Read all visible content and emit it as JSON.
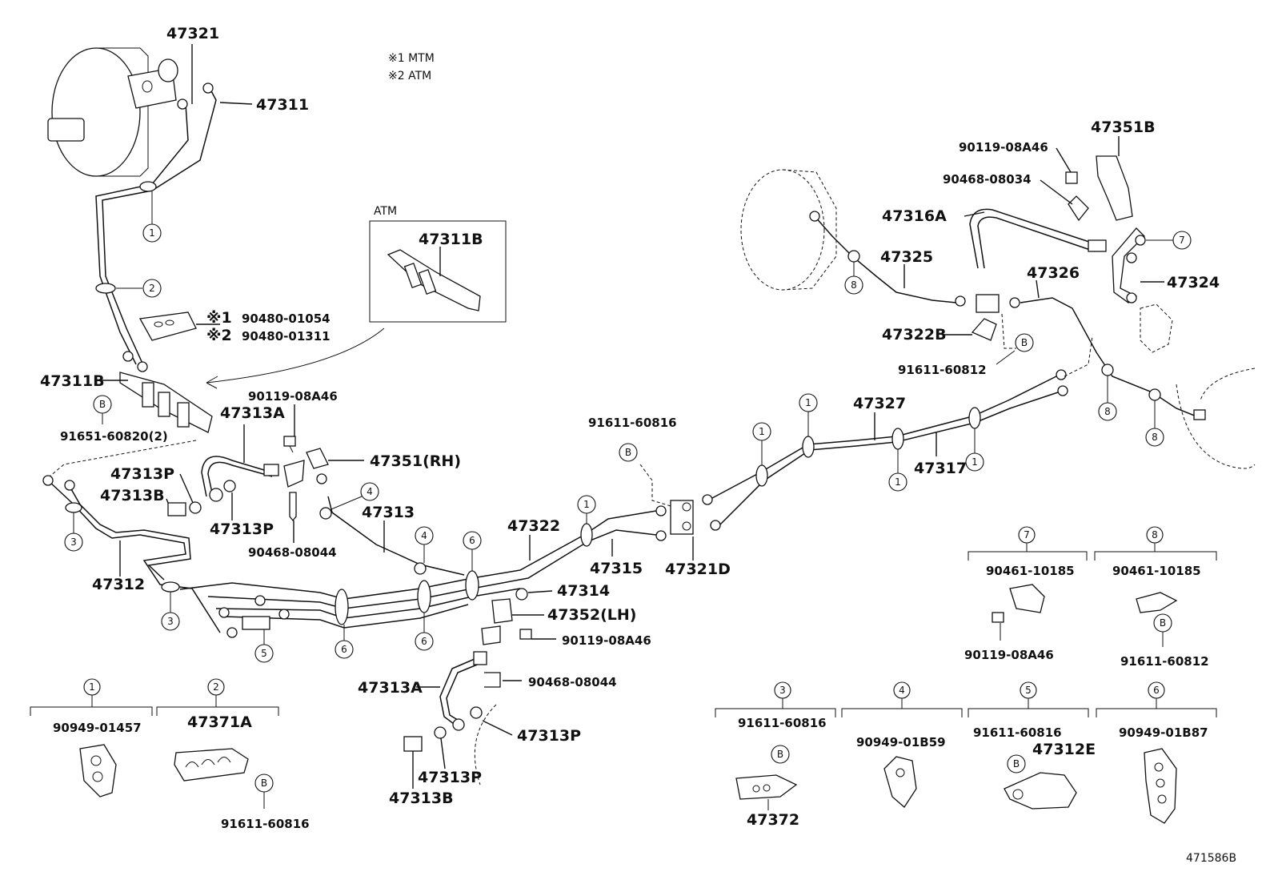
{
  "notes": {
    "n1": "※1  MTM",
    "n2": "※2  ATM",
    "atm_box": "ATM"
  },
  "parts": {
    "p47321": "47321",
    "p47311": "47311",
    "p47311b_inset": "47311B",
    "p47311b": "47311B",
    "p90480_01054": "90480-01054",
    "p90480_01311": "90480-01311",
    "mark1": "※1",
    "mark2": "※2",
    "p91651": "91651-60820(2)",
    "p90119_a": "90119-08A46",
    "p47313a_top": "47313A",
    "p47351rh": "47351(RH)",
    "p47313p_a": "47313P",
    "p47313b_a": "47313B",
    "p47313p_b": "47313P",
    "p90468_a": "90468-08044",
    "p47313": "47313",
    "p47312": "47312",
    "p47322": "47322",
    "p47315": "47315",
    "p47321d": "47321D",
    "p91611_mid": "91611-60816",
    "p47314": "47314",
    "p47352lh": "47352(LH)",
    "p90119_b": "90119-08A46",
    "p90468_b": "90468-08044",
    "p47313a_bot": "47313A",
    "p47313p_c": "47313P",
    "p47313p_d": "47313P",
    "p47313b_b": "47313B",
    "p47327": "47327",
    "p47317": "47317",
    "p47351b": "47351B",
    "p90119_c": "90119-08A46",
    "p90468_c": "90468-08034",
    "p47316a": "47316A",
    "p47325": "47325",
    "p47326": "47326",
    "p47324": "47324",
    "p47322b": "47322B",
    "p91611_r": "91611-60812",
    "figure_id": "471586B"
  },
  "legend": {
    "c1": {
      "num": "1",
      "part": "90949-01457"
    },
    "c2": {
      "num": "2",
      "part": "47371A",
      "sub": "91611-60816"
    },
    "c3": {
      "num": "3",
      "part": "91611-60816",
      "sub": "47372"
    },
    "c4": {
      "num": "4",
      "part": "90949-01B59"
    },
    "c5": {
      "num": "5",
      "part": "91611-60816",
      "sub": "47312E"
    },
    "c6": {
      "num": "6",
      "part": "90949-01B87"
    },
    "c7": {
      "num": "7",
      "part": "90461-10185",
      "sub": "90119-08A46"
    },
    "c8": {
      "num": "8",
      "part": "90461-10185",
      "sub": "91611-60812"
    }
  },
  "callouts": {
    "one": "1",
    "two": "2",
    "three": "3",
    "four": "4",
    "five": "5",
    "six": "6",
    "seven": "7",
    "eight": "8",
    "b": "B"
  }
}
